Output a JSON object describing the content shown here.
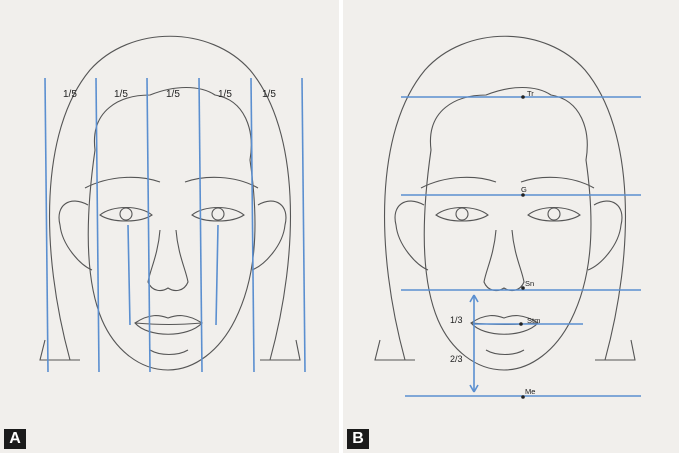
{
  "panels": [
    {
      "badge": "A",
      "proportion_labels": [
        "1/5",
        "1/5",
        "1/5",
        "1/5",
        "1/5"
      ]
    },
    {
      "badge": "B",
      "landmarks": [
        "Tr",
        "G",
        "Sn",
        "Stm",
        "Me"
      ],
      "ratio_labels": [
        "1/3",
        "2/3"
      ]
    }
  ],
  "colors": {
    "guide_line": "#5b8fd0",
    "sketch": "#555555",
    "background": "#f1efec"
  }
}
